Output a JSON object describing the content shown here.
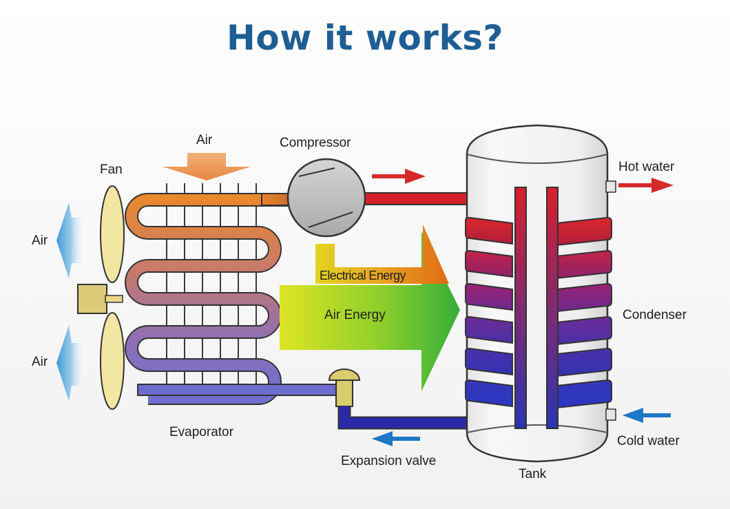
{
  "title": "How it works?",
  "labels": {
    "air_top": "Air",
    "fan": "Fan",
    "compressor": "Compressor",
    "hot_water": "Hot water",
    "air_left_top": "Air",
    "air_left_bottom": "Air",
    "electrical_energy": "Electrical Energy",
    "air_energy": "Air Energy",
    "condenser": "Condenser",
    "evaporator": "Evaporator",
    "expansion_valve": "Expansion valve",
    "cold_water": "Cold water",
    "tank": "Tank"
  },
  "colors": {
    "title": "#1f5e94",
    "hot": "#d8202a",
    "cold": "#2b3aa8",
    "flow_arrow_hot": "#d42a2a",
    "flow_arrow_cold": "#1d78c6",
    "air_arrow": "#4aa3dc",
    "fan": "#f2e7a2",
    "air_energy_start": "#d8e025",
    "air_energy_end": "#3bb23a",
    "electrical_energy": "#e07a1a"
  }
}
